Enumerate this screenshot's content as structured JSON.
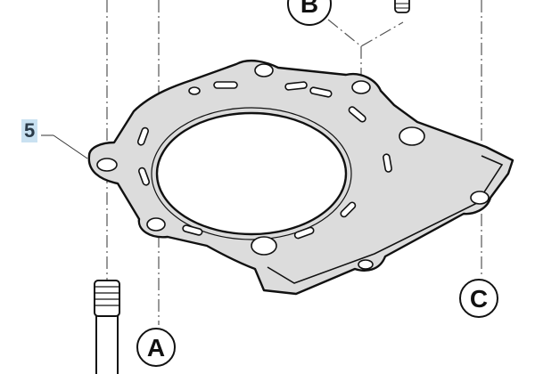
{
  "part_number_label": "5",
  "callouts": {
    "a": "A",
    "b": "B",
    "c": "C"
  },
  "colors": {
    "gasket_fill": "#d9d9d9",
    "line": "#1a1a1a",
    "label_highlight": "#c9e1f1"
  }
}
